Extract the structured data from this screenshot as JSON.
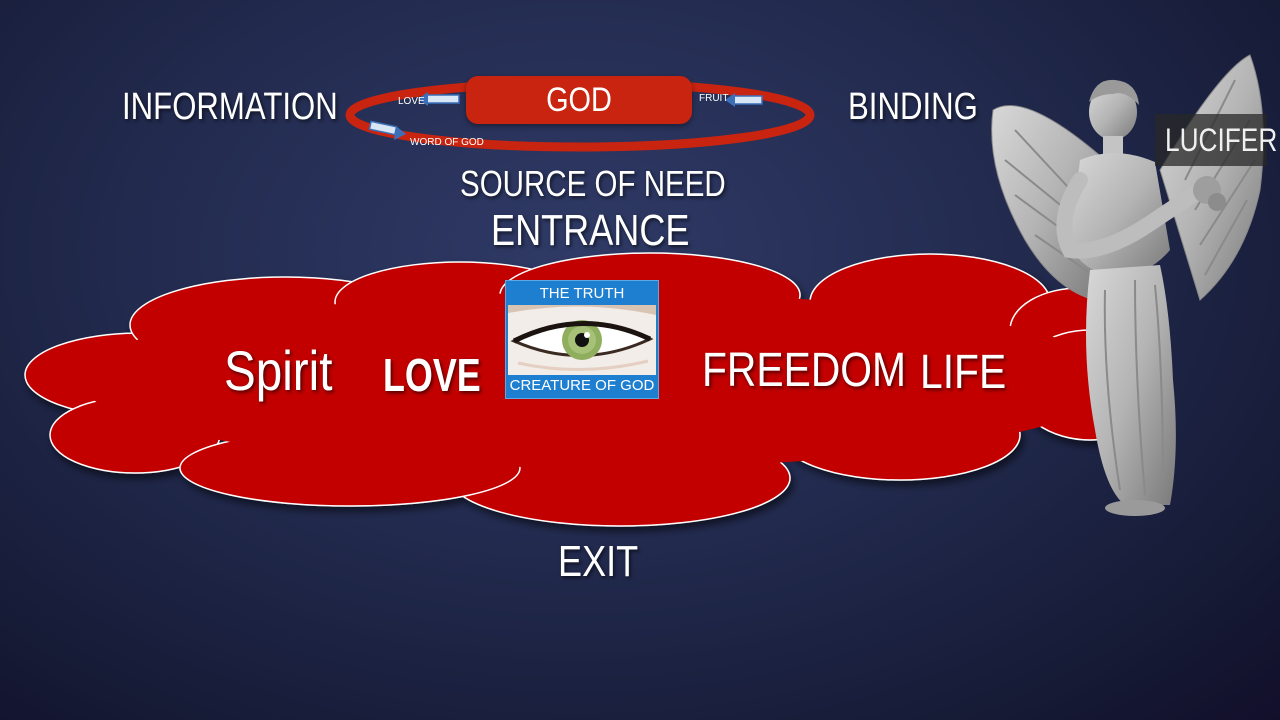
{
  "labels": {
    "information": "INFORMATION",
    "binding": "BINDING",
    "source_of_need": "SOURCE OF NEED",
    "entrance": "ENTRANCE",
    "exit": "EXIT"
  },
  "god_ring": {
    "center_label": "GOD",
    "arrow_love": "LOVE",
    "arrow_fruit": "FRUIT",
    "arrow_word_of_god": "WORD OF GOD",
    "ring_color": "#c82410"
  },
  "cloud": {
    "color": "#c20000",
    "words": {
      "spirit": "Spirit",
      "love": "LOVE",
      "freedom": "FREEDOM",
      "life": "LIFE"
    }
  },
  "truth_card": {
    "top_text": "THE TRUTH",
    "bottom_text": "CREATURE OF GOD",
    "color": "#1e7fd0",
    "image": "eye-icon"
  },
  "angel": {
    "label": "LUCIFER",
    "image": "angel-statue-icon"
  }
}
